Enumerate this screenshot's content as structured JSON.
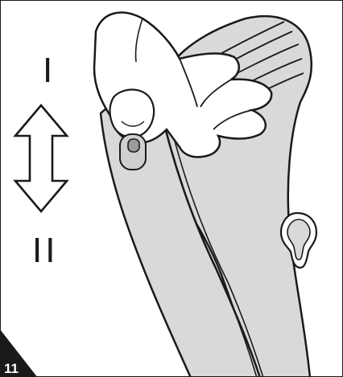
{
  "figure": {
    "number": "11",
    "position_upper_label": "I",
    "position_lower_label": "II"
  },
  "colors": {
    "handle_fill": "#d9d9d9",
    "hand_fill": "#ffffff",
    "outline": "#1a1a1a",
    "badge": "#1a1a1a"
  },
  "icons": {
    "arrow": "double-headed-vertical-arrow",
    "slot": "keyhole-hanging-slot",
    "switch": "slide-switch"
  }
}
